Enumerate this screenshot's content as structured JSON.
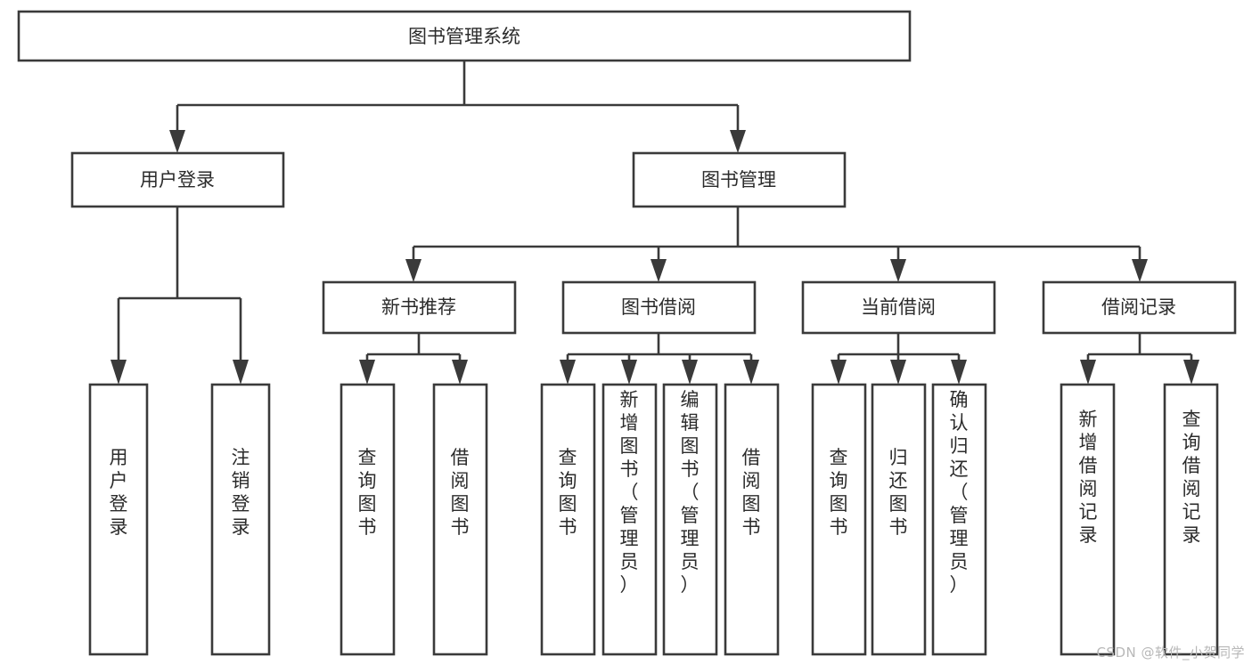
{
  "diagram": {
    "type": "tree",
    "title": "图书管理系统",
    "orientation": "top-down",
    "watermark": "CSDN @软件_小贺同学",
    "colors": {
      "background": "#ffffff",
      "box_stroke": "#3a3a3a",
      "box_fill": "#ffffff",
      "text": "#2b2b2b",
      "connector": "#3a3a3a",
      "watermark": "#b8b8b8"
    },
    "levels": [
      {
        "level": 0,
        "nodes": [
          {
            "id": "root",
            "label": "图书管理系统",
            "orientation": "horizontal"
          }
        ]
      },
      {
        "level": 1,
        "nodes": [
          {
            "id": "login",
            "label": "用户登录",
            "parent": "root",
            "orientation": "horizontal"
          },
          {
            "id": "bookmgmt",
            "label": "图书管理",
            "parent": "root",
            "orientation": "horizontal"
          }
        ]
      },
      {
        "level": 2,
        "nodes": [
          {
            "id": "newbook",
            "label": "新书推荐",
            "parent": "bookmgmt",
            "orientation": "horizontal"
          },
          {
            "id": "borrow",
            "label": "图书借阅",
            "parent": "bookmgmt",
            "orientation": "horizontal"
          },
          {
            "id": "current",
            "label": "当前借阅",
            "parent": "bookmgmt",
            "orientation": "horizontal"
          },
          {
            "id": "records",
            "label": "借阅记录",
            "parent": "bookmgmt",
            "orientation": "horizontal"
          }
        ]
      },
      {
        "level": 3,
        "nodes": [
          {
            "id": "leaf1",
            "label": "用户登录",
            "parent": "login",
            "orientation": "vertical"
          },
          {
            "id": "leaf2",
            "label": "注销登录",
            "parent": "login",
            "orientation": "vertical"
          },
          {
            "id": "leaf3",
            "label": "查询图书",
            "parent": "newbook",
            "orientation": "vertical"
          },
          {
            "id": "leaf4",
            "label": "借阅图书",
            "parent": "newbook",
            "orientation": "vertical"
          },
          {
            "id": "leaf5",
            "label": "查询图书",
            "parent": "borrow",
            "orientation": "vertical"
          },
          {
            "id": "leaf6",
            "label": "新增图书（管理员）",
            "parent": "borrow",
            "orientation": "vertical"
          },
          {
            "id": "leaf7",
            "label": "编辑图书（管理员）",
            "parent": "borrow",
            "orientation": "vertical"
          },
          {
            "id": "leaf8",
            "label": "借阅图书",
            "parent": "borrow",
            "orientation": "vertical"
          },
          {
            "id": "leaf9",
            "label": "查询图书",
            "parent": "current",
            "orientation": "vertical"
          },
          {
            "id": "leaf10",
            "label": "归还图书",
            "parent": "current",
            "orientation": "vertical"
          },
          {
            "id": "leaf11",
            "label": "确认归还（管理员）",
            "parent": "current",
            "orientation": "vertical"
          },
          {
            "id": "leaf12",
            "label": "新增借阅记录",
            "parent": "records",
            "orientation": "vertical"
          },
          {
            "id": "leaf13",
            "label": "查询借阅记录",
            "parent": "records",
            "orientation": "vertical"
          }
        ]
      }
    ]
  }
}
